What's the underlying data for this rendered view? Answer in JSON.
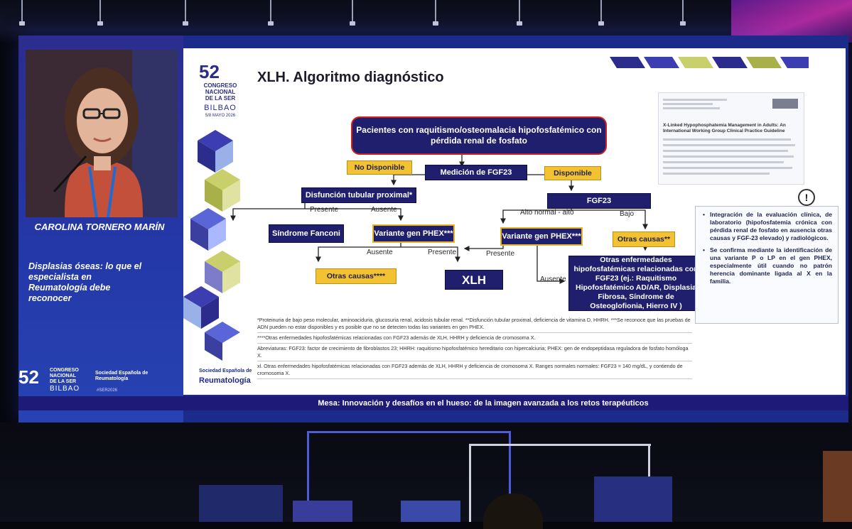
{
  "speaker": {
    "name": "CAROLINA TORNERO MARÍN",
    "talk": "Displasias óseas: lo que el especialista en Reumatología debe reconocer"
  },
  "congress": {
    "number": "52",
    "line1": "CONGRESO",
    "line2": "NACIONAL",
    "line3": "DE LA SER",
    "city": "BILBAO",
    "dates": "5/8 MAYO 2026",
    "society_line1": "Sociedad Española de",
    "society_line2": "Reumatología",
    "hashtag": "#SER2026"
  },
  "slide": {
    "title": "XLH. Algoritmo diagnóstico",
    "flow": {
      "start": "Pacientes con raquitismo/osteomalacia hipofosfatémico con pérdida renal de fosfato",
      "measure": "Medición de FGF23",
      "not_available": "No Disponible",
      "available": "Disponible",
      "tubular": "Disfunción tubular proximal*",
      "fgf23": "FGF23",
      "present1": "Presente",
      "absent1": "Ausente",
      "fanconi": "Síndrome Fanconi",
      "phex_left": "Variante gen PHEX***",
      "high": "Alto normal - alto",
      "low": "Bajo",
      "phex_right": "Variante gen PHEX***",
      "other_causes_right": "Otras causas**",
      "absent2": "Ausente",
      "present2": "Presente",
      "present3": "Presente",
      "other_causes_left": "Otras causas****",
      "xlh": "XLH",
      "absent3": "Ausente",
      "other_diseases": "Otras enfermedades hipofosfatémicas relacionadas con FGF23 (ej.: Raquitismo Hipofosfatémico AD/AR, Displasia Fibrosa, Síndrome de Osteoglofionia, Hierro IV )"
    },
    "paper_title": "X-Linked Hypophosphatemia Management in Adults: An International Working Group Clinical Practice Guideline",
    "info": [
      "Integración de la evaluación clínica, de laboratorio (hipofosfatemia crónica con pérdida renal de fosfato en ausencia otras causas y FGF-23 elevado) y radiológicos.",
      "Se confirma mediante la identificación de una variante P o LP en el gen PHEX, especialmente útil cuando no patrón herencia dominante ligada al X en la familia."
    ],
    "footnotes": [
      "*Proteinuria de bajo peso molecular, aminoaciduria, glucosuria renal, acidosis tubular renal. **Disfunción tubular proximal, deficiencia de vitamina D, HHRH. ***Se reconoce que las pruebas de ADN pueden no estar disponibles y es posible que no se detecten todas las variantes en gen PHEX.",
      "****Otras enfermedades hipofosfatémicas relacionadas con FGF23 además de XLH, HHRH y deficiencia de cromosoma X.",
      "Abreviaturas: FGF23: factor de crecimiento de fibroblastos 23; HHRH: raquitismo hipofosfatémico hereditario con hipercalciuria; PHEX: gen de endopeptidasa reguladora de fosfato homóloga X.",
      "xl. Otras enfermedades hipofosfatémicas relacionadas con FGF23 además de XLH, HHRH y deficiencia de cromosoma X. Ranges normales normales: FGF23 = 140 mg/dL, y contiendo de cromosoma X."
    ]
  },
  "session_bar": "Mesa: Innovación y desafíos en el hueso: de la imagen avanzada a los retos terapéuticos",
  "colors": {
    "navy": "#1f1f6e",
    "gold": "#f2c232",
    "ser_blue": "#2a2c8a"
  }
}
